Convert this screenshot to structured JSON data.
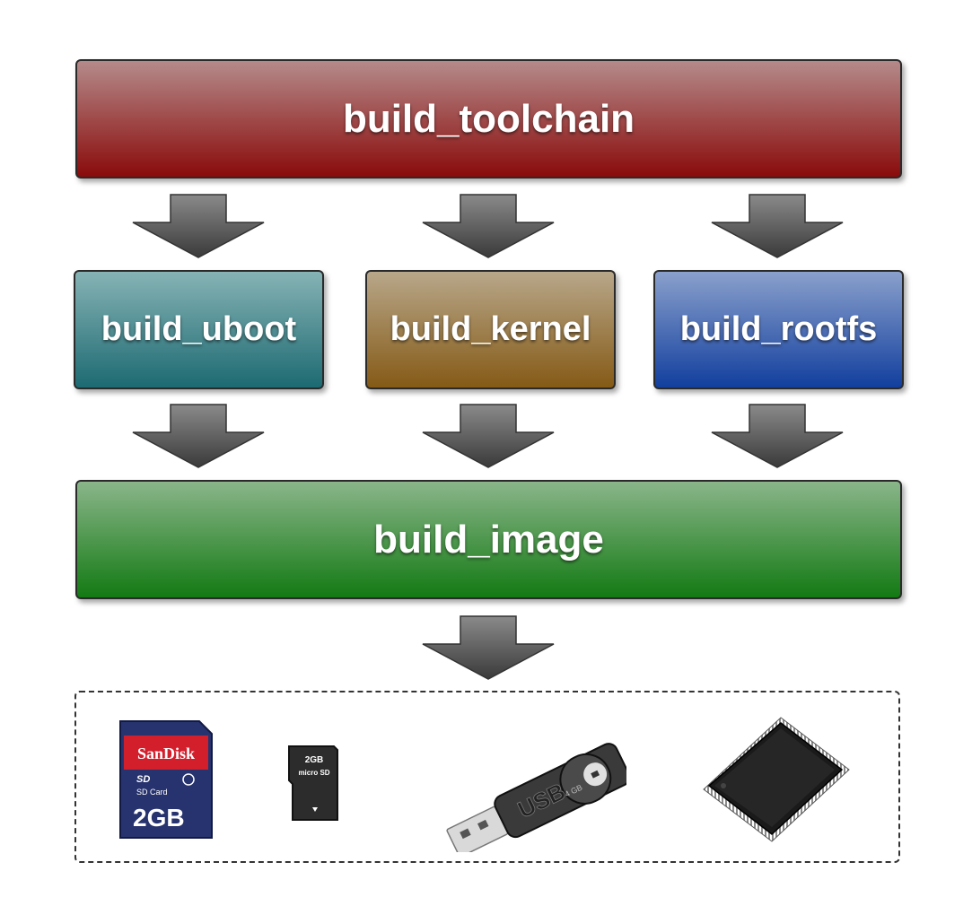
{
  "diagram": {
    "steps": {
      "toolchain": "build_toolchain",
      "uboot": "build_uboot",
      "kernel": "build_kernel",
      "rootfs": "build_rootfs",
      "image": "build_image"
    },
    "colors": {
      "toolchain": [
        "#b58a8a",
        "#8a0b0b"
      ],
      "uboot": [
        "#86b3b5",
        "#1d6a72"
      ],
      "kernel": [
        "#b8a78a",
        "#855a16"
      ],
      "rootfs": [
        "#8aa0cc",
        "#123f9e"
      ],
      "image": [
        "#8ab58a",
        "#137a13"
      ]
    },
    "media": {
      "sd_card": {
        "brand": "SanDisk",
        "type": "SD Card",
        "capacity": "2GB"
      },
      "microsd": {
        "capacity": "2GB",
        "label": "micro SD"
      },
      "usb_stick": {
        "label": "USB",
        "capacity": "4 GB"
      },
      "flash_chip": {
        "icon": "nand-flash-chip-icon"
      }
    }
  }
}
